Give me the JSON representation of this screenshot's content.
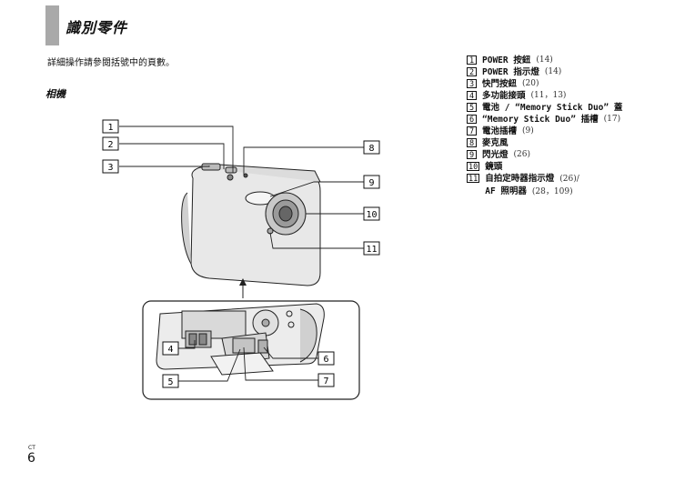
{
  "page": {
    "title": "識別零件",
    "intro": "詳細操作請參閱括號中的頁數。",
    "subhead": "相機",
    "footer_code": "CT",
    "footer_page": "6"
  },
  "diagram": {
    "labels": [
      "1",
      "2",
      "3",
      "4",
      "5",
      "6",
      "7",
      "8",
      "9",
      "10",
      "11"
    ]
  },
  "parts": [
    {
      "num": "1",
      "name": "POWER 按鈕",
      "ref": "(14)"
    },
    {
      "num": "2",
      "name": "POWER 指示燈",
      "ref": "(14)"
    },
    {
      "num": "3",
      "name": "快門按鈕",
      "ref": "(20)"
    },
    {
      "num": "4",
      "name": "多功能接頭",
      "ref": "(11，13)"
    },
    {
      "num": "5",
      "name": "電池 / “Memory Stick Duo” 蓋",
      "ref": ""
    },
    {
      "num": "6",
      "name": "“Memory Stick Duo” 插槽",
      "ref": "(17)"
    },
    {
      "num": "7",
      "name": "電池插槽",
      "ref": "(9)"
    },
    {
      "num": "8",
      "name": "麥克風",
      "ref": ""
    },
    {
      "num": "9",
      "name": "閃光燈",
      "ref": "(26)"
    },
    {
      "num": "10",
      "name": "鏡頭",
      "ref": ""
    },
    {
      "num": "11",
      "name": "自拍定時器指示燈",
      "ref": "(26)/",
      "line2_name": "AF 照明器",
      "line2_ref": "(28，109)"
    }
  ]
}
